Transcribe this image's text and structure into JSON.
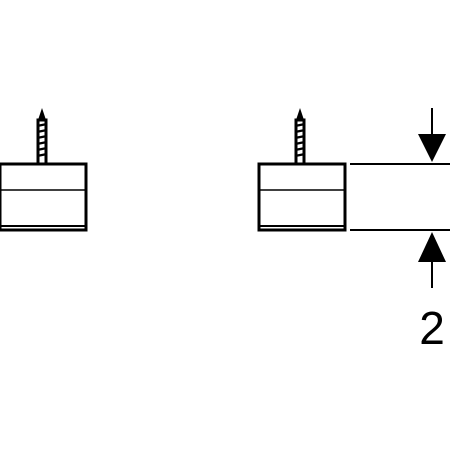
{
  "diagram": {
    "dimension_label": "2",
    "colors": {
      "stroke": "#000000",
      "fill": "#ffffff"
    },
    "components": [
      {
        "name": "left-screw-mount"
      },
      {
        "name": "right-screw-mount"
      }
    ],
    "dimension": {
      "arrow_top": "down-arrow-icon",
      "arrow_bottom": "up-arrow-icon"
    }
  }
}
